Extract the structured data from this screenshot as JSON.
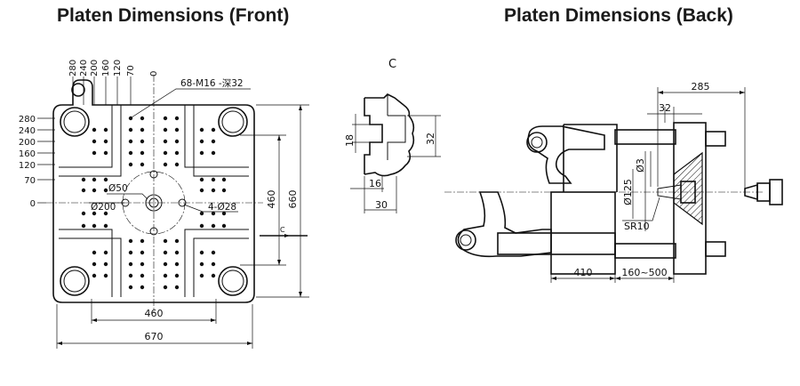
{
  "titles": {
    "front": "Platen Dimensions (Front)",
    "back": "Platen Dimensions (Back)"
  },
  "front": {
    "top_labels": [
      "280",
      "240",
      "200",
      "160",
      "120",
      "70",
      "0"
    ],
    "left_labels": [
      "280",
      "240",
      "200",
      "160",
      "120",
      "70",
      "0"
    ],
    "thread_note": "68-M16 -深32",
    "d50": "Ø50",
    "d200": "Ø200",
    "holes": "4-Ø28",
    "dim_460_horizontal": "460",
    "dim_670": "670",
    "dim_460_vertical": "460",
    "dim_660": "660",
    "section_mark": "C"
  },
  "detail": {
    "label": "C",
    "dim_18": "18",
    "dim_32": "32",
    "dim_16": "16",
    "dim_30": "30"
  },
  "back": {
    "dim_285": "285",
    "dim_32": "32",
    "dim_d3": "Ø3",
    "dim_d125": "Ø125",
    "dim_sr10": "SR10",
    "dim_410": "410",
    "dim_160_500": "160~500"
  }
}
